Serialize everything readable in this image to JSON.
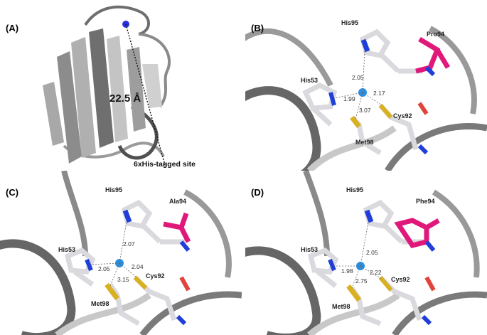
{
  "panels": {
    "a": {
      "label": "(A)",
      "distance_label": "22.5 Å",
      "site_label": "6xHis-tagged site"
    },
    "b": {
      "label": "(B)",
      "residues": {
        "his95": "His95",
        "pro94": "Pro94",
        "his53": "His53",
        "cys92": "Cys92",
        "met98": "Met98"
      },
      "distances": {
        "d1": "2.05",
        "d2": "1.99",
        "d3": "2.17",
        "d4": "3.07"
      }
    },
    "c": {
      "label": "(C)",
      "residues": {
        "his95": "His95",
        "ala94": "Ala94",
        "his53": "His53",
        "cys92": "Cys92",
        "met98": "Met98"
      },
      "distances": {
        "d1": "2.07",
        "d2": "2.05",
        "d3": "2.04",
        "d4": "3.15"
      }
    },
    "d": {
      "label": "(D)",
      "residues": {
        "his95": "His95",
        "phe94": "Phe94",
        "his53": "His53",
        "cys92": "Cys92",
        "met98": "Met98"
      },
      "distances": {
        "d1": "2.05",
        "d2": "1.98",
        "d3": "2.22",
        "d4": "2.75"
      }
    }
  },
  "colors": {
    "carbon": "#d9d9de",
    "backbone": "#7a7a7a",
    "nitrogen": "#1f3fd8",
    "oxygen": "#e0443c",
    "sulfur": "#d8b020",
    "highlight": "#e0187a",
    "copper": "#2a8fe0"
  }
}
